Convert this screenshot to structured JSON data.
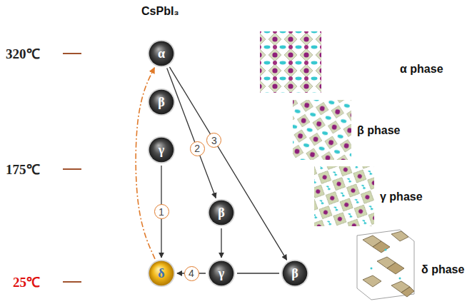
{
  "diagram": {
    "title": "CsPbI₃",
    "nodes": [
      {
        "text": [
          "α"
        ]
      },
      {
        "text": [
          "β"
        ]
      },
      {
        "text": [
          "γ"
        ]
      },
      {
        "text": [
          "β"
        ]
      },
      {
        "text": [
          "δ"
        ]
      },
      {
        "text": [
          "γ"
        ]
      },
      {
        "text": [
          "β"
        ]
      }
    ],
    "edges": [
      {
        "from": 2,
        "to": 4,
        "arrow": "to",
        "label": "1"
      },
      {
        "from": 0,
        "to": 3,
        "arrow": "to",
        "label": "2"
      },
      {
        "from": 0,
        "to": 6,
        "arrow": "to",
        "label": "3"
      },
      {
        "from": 3,
        "to": 5,
        "arrow": "to"
      },
      {
        "from": 5,
        "to": 4,
        "arrow": "to",
        "label": "4"
      },
      {
        "from": 5,
        "to": 6,
        "arrow": "none"
      },
      {
        "from": 4,
        "to": 0,
        "arrow": "to"
      }
    ],
    "labels": [
      "320℃",
      "175℃",
      "25℃",
      "α phase",
      "β phase",
      "γ phase",
      "δ phase"
    ]
  }
}
